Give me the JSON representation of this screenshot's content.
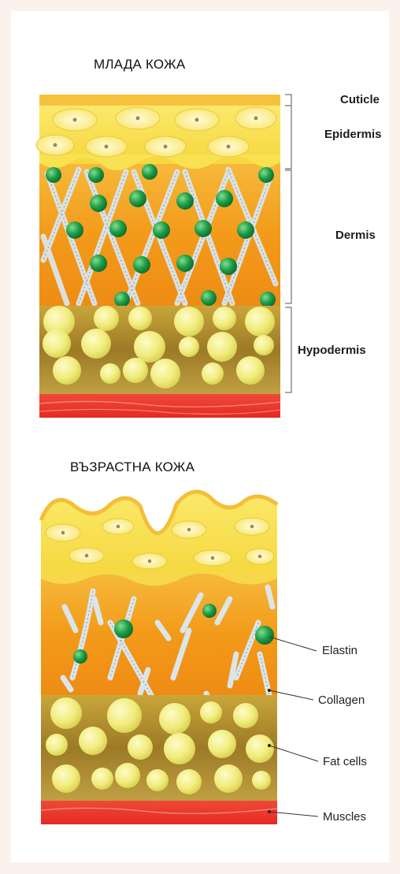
{
  "young": {
    "title": "МЛАДА КОЖА",
    "layers": [
      "Cuticle",
      "Epidermis",
      "Dermis",
      "Hypodermis"
    ]
  },
  "aged": {
    "title": "ВЪЗРАСТНА КОЖА",
    "labels": [
      "Elastin",
      "Collagen",
      "Fat cells",
      "Muscles"
    ]
  },
  "colors": {
    "epidermis": "#f7e14a",
    "dermis": "#f3a21a",
    "elastin": "#1f9a4a",
    "fat": "#f4f08a",
    "muscle": "#e8382a"
  }
}
